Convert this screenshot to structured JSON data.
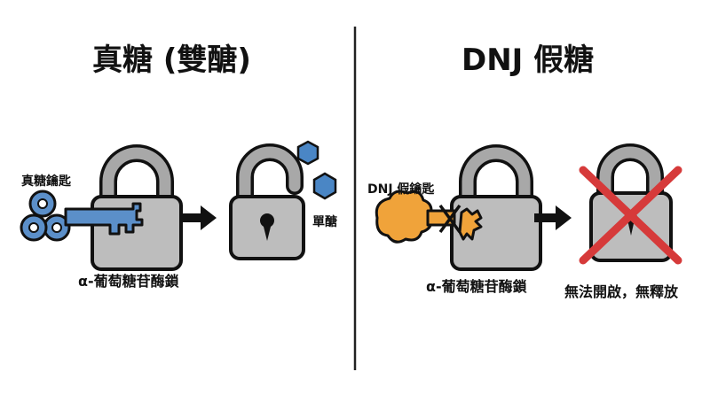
{
  "left_panel": {
    "title": "真糖 (雙醣)",
    "key_label": "真糖鑰匙",
    "lock_label": "α-葡萄糖苷酶鎖",
    "product_label": "單醣"
  },
  "right_panel": {
    "title": "DNJ 假糖",
    "key_label": "DNJ 假鑰匙",
    "lock_label": "α-葡萄糖苷酶鎖",
    "result_label": "無法開啟，無釋放"
  },
  "colors": {
    "real_key": "#5b8fc9",
    "fake_key": "#f0a33a",
    "lock_body": "#bdbdbd",
    "lock_shackle": "#a8a8a8",
    "outline": "#111111",
    "cross": "#d63a3a",
    "hexagon": "#4a86c5",
    "divider": "#222222"
  },
  "icons": {
    "real_key": "key-icon",
    "fake_key": "fake-key-icon",
    "lock_closed": "lock-icon",
    "lock_open": "unlocked-icon",
    "arrow": "arrow-right-icon",
    "blocked": "cross-icon",
    "glucose": "hexagon-icon"
  }
}
